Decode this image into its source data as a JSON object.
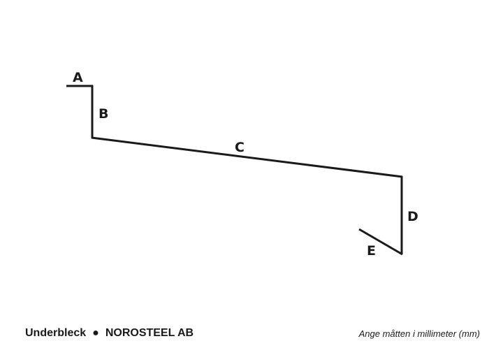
{
  "diagram": {
    "segments": [
      {
        "label": "A"
      },
      {
        "label": "B"
      },
      {
        "label": "C"
      },
      {
        "label": "D"
      },
      {
        "label": "E"
      }
    ]
  },
  "footer": {
    "product": "Underbleck",
    "separator": "●",
    "company": "NOROSTEEL AB",
    "instruction": "Ange måtten i millimeter (mm)"
  },
  "colors": {
    "stroke": "#1a1a1a",
    "background": "#ffffff"
  }
}
